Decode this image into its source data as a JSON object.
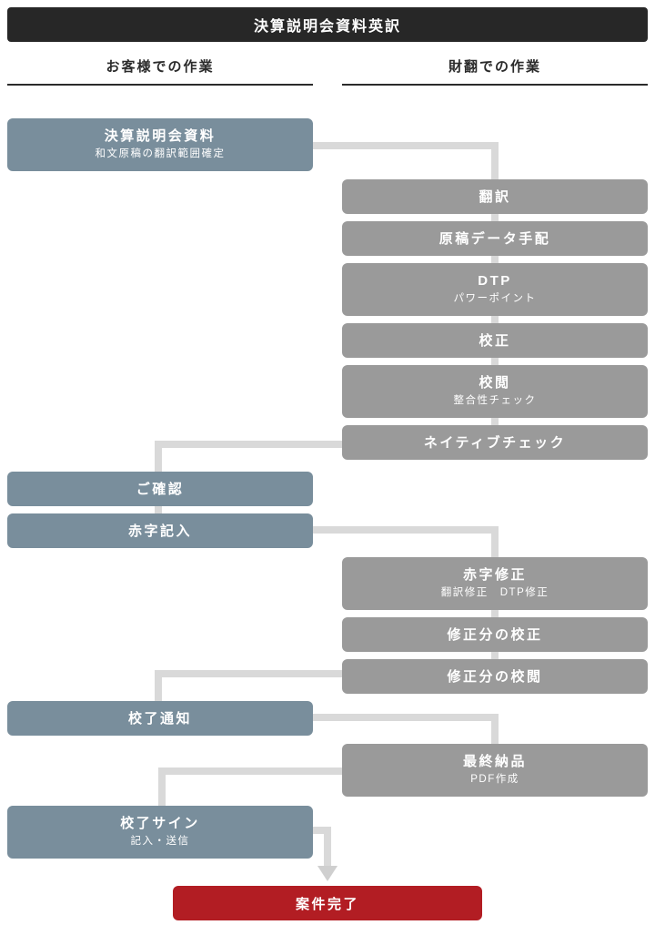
{
  "title": "決算説明会資料英訳",
  "columns": {
    "customer": {
      "label": "お客様での作業"
    },
    "vendor": {
      "label": "財翻での作業"
    }
  },
  "steps": {
    "materials": {
      "label": "決算説明会資料",
      "sub": "和文原稿の翻訳範囲確定"
    },
    "translation": {
      "label": "翻訳"
    },
    "data_prep": {
      "label": "原稿データ手配"
    },
    "dtp": {
      "label": "DTP",
      "sub": "パワーポイント"
    },
    "proofreading": {
      "label": "校正"
    },
    "review": {
      "label": "校閲",
      "sub": "整合性チェック"
    },
    "native_check": {
      "label": "ネイティブチェック"
    },
    "confirmation": {
      "label": "ご確認"
    },
    "redline_entry": {
      "label": "赤字記入"
    },
    "redline_fix": {
      "label": "赤字修正",
      "sub": "翻訳修正　DTP修正"
    },
    "fix_proofreading": {
      "label": "修正分の校正"
    },
    "fix_review": {
      "label": "修正分の校閲"
    },
    "proof_complete_notice": {
      "label": "校了通知"
    },
    "final_delivery": {
      "label": "最終納品",
      "sub": "PDF作成"
    },
    "proof_sign": {
      "label": "校了サイン",
      "sub": "記入・送信"
    },
    "case_complete": {
      "label": "案件完了"
    }
  },
  "colors": {
    "header_bg": "#272727",
    "customer_box": "#798e9c",
    "vendor_box": "#9a9a9a",
    "connector": "#d9d9d9",
    "complete_box": "#b21d23",
    "text_on_box": "#ffffff",
    "column_header_text": "#2b2b2b"
  }
}
